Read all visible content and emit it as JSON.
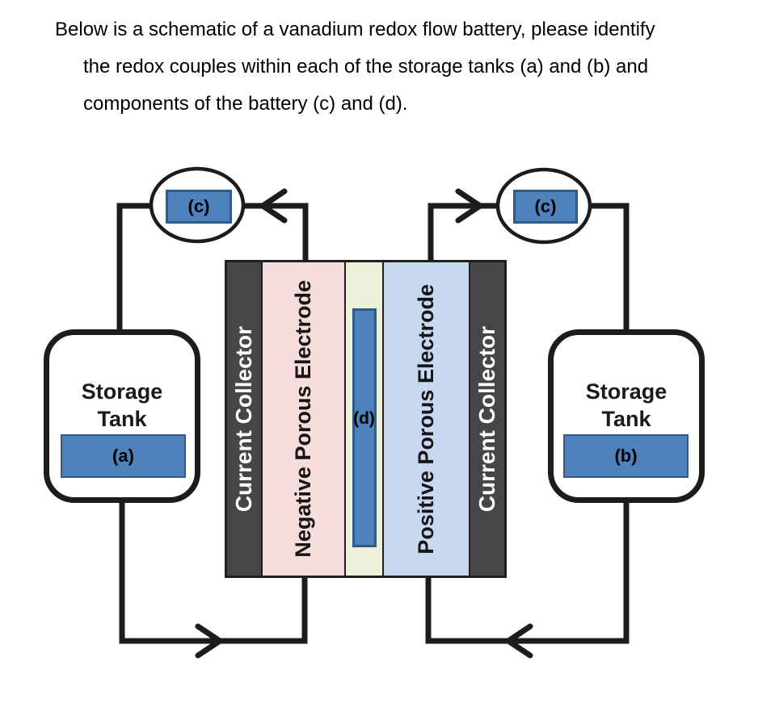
{
  "question": {
    "lines": [
      "Below is a schematic of a vanadium redox flow battery, please identify",
      "the redox couples within each of the storage tanks (a) and (b) and",
      "components of the battery (c) and (d)."
    ]
  },
  "left_tank": {
    "name_line1": "Storage",
    "name_line2": "Tank",
    "label": "(a)"
  },
  "right_tank": {
    "name_line1": "Storage",
    "name_line2": "Tank",
    "label": "(b)"
  },
  "left_pump": {
    "label": "(c)"
  },
  "right_pump": {
    "label": "(c)"
  },
  "cell": {
    "left_collector": "Current Collector",
    "negative_electrode": "Negative Porous Electrode",
    "membrane_label": "(d)",
    "positive_electrode": "Positive Porous Electrode",
    "right_collector": "Current Collector"
  },
  "colors": {
    "pipe": "#1c1c1c",
    "collector_fill": "#464646",
    "collector_text": "#ffffff",
    "negative_fill": "#f6dcdc",
    "membrane_fill": "#ecf1da",
    "positive_fill": "#c7d8f0",
    "accent_blue": "#4f81bd",
    "accent_blue_border": "#305a87",
    "ink": "#0d0d0d"
  }
}
